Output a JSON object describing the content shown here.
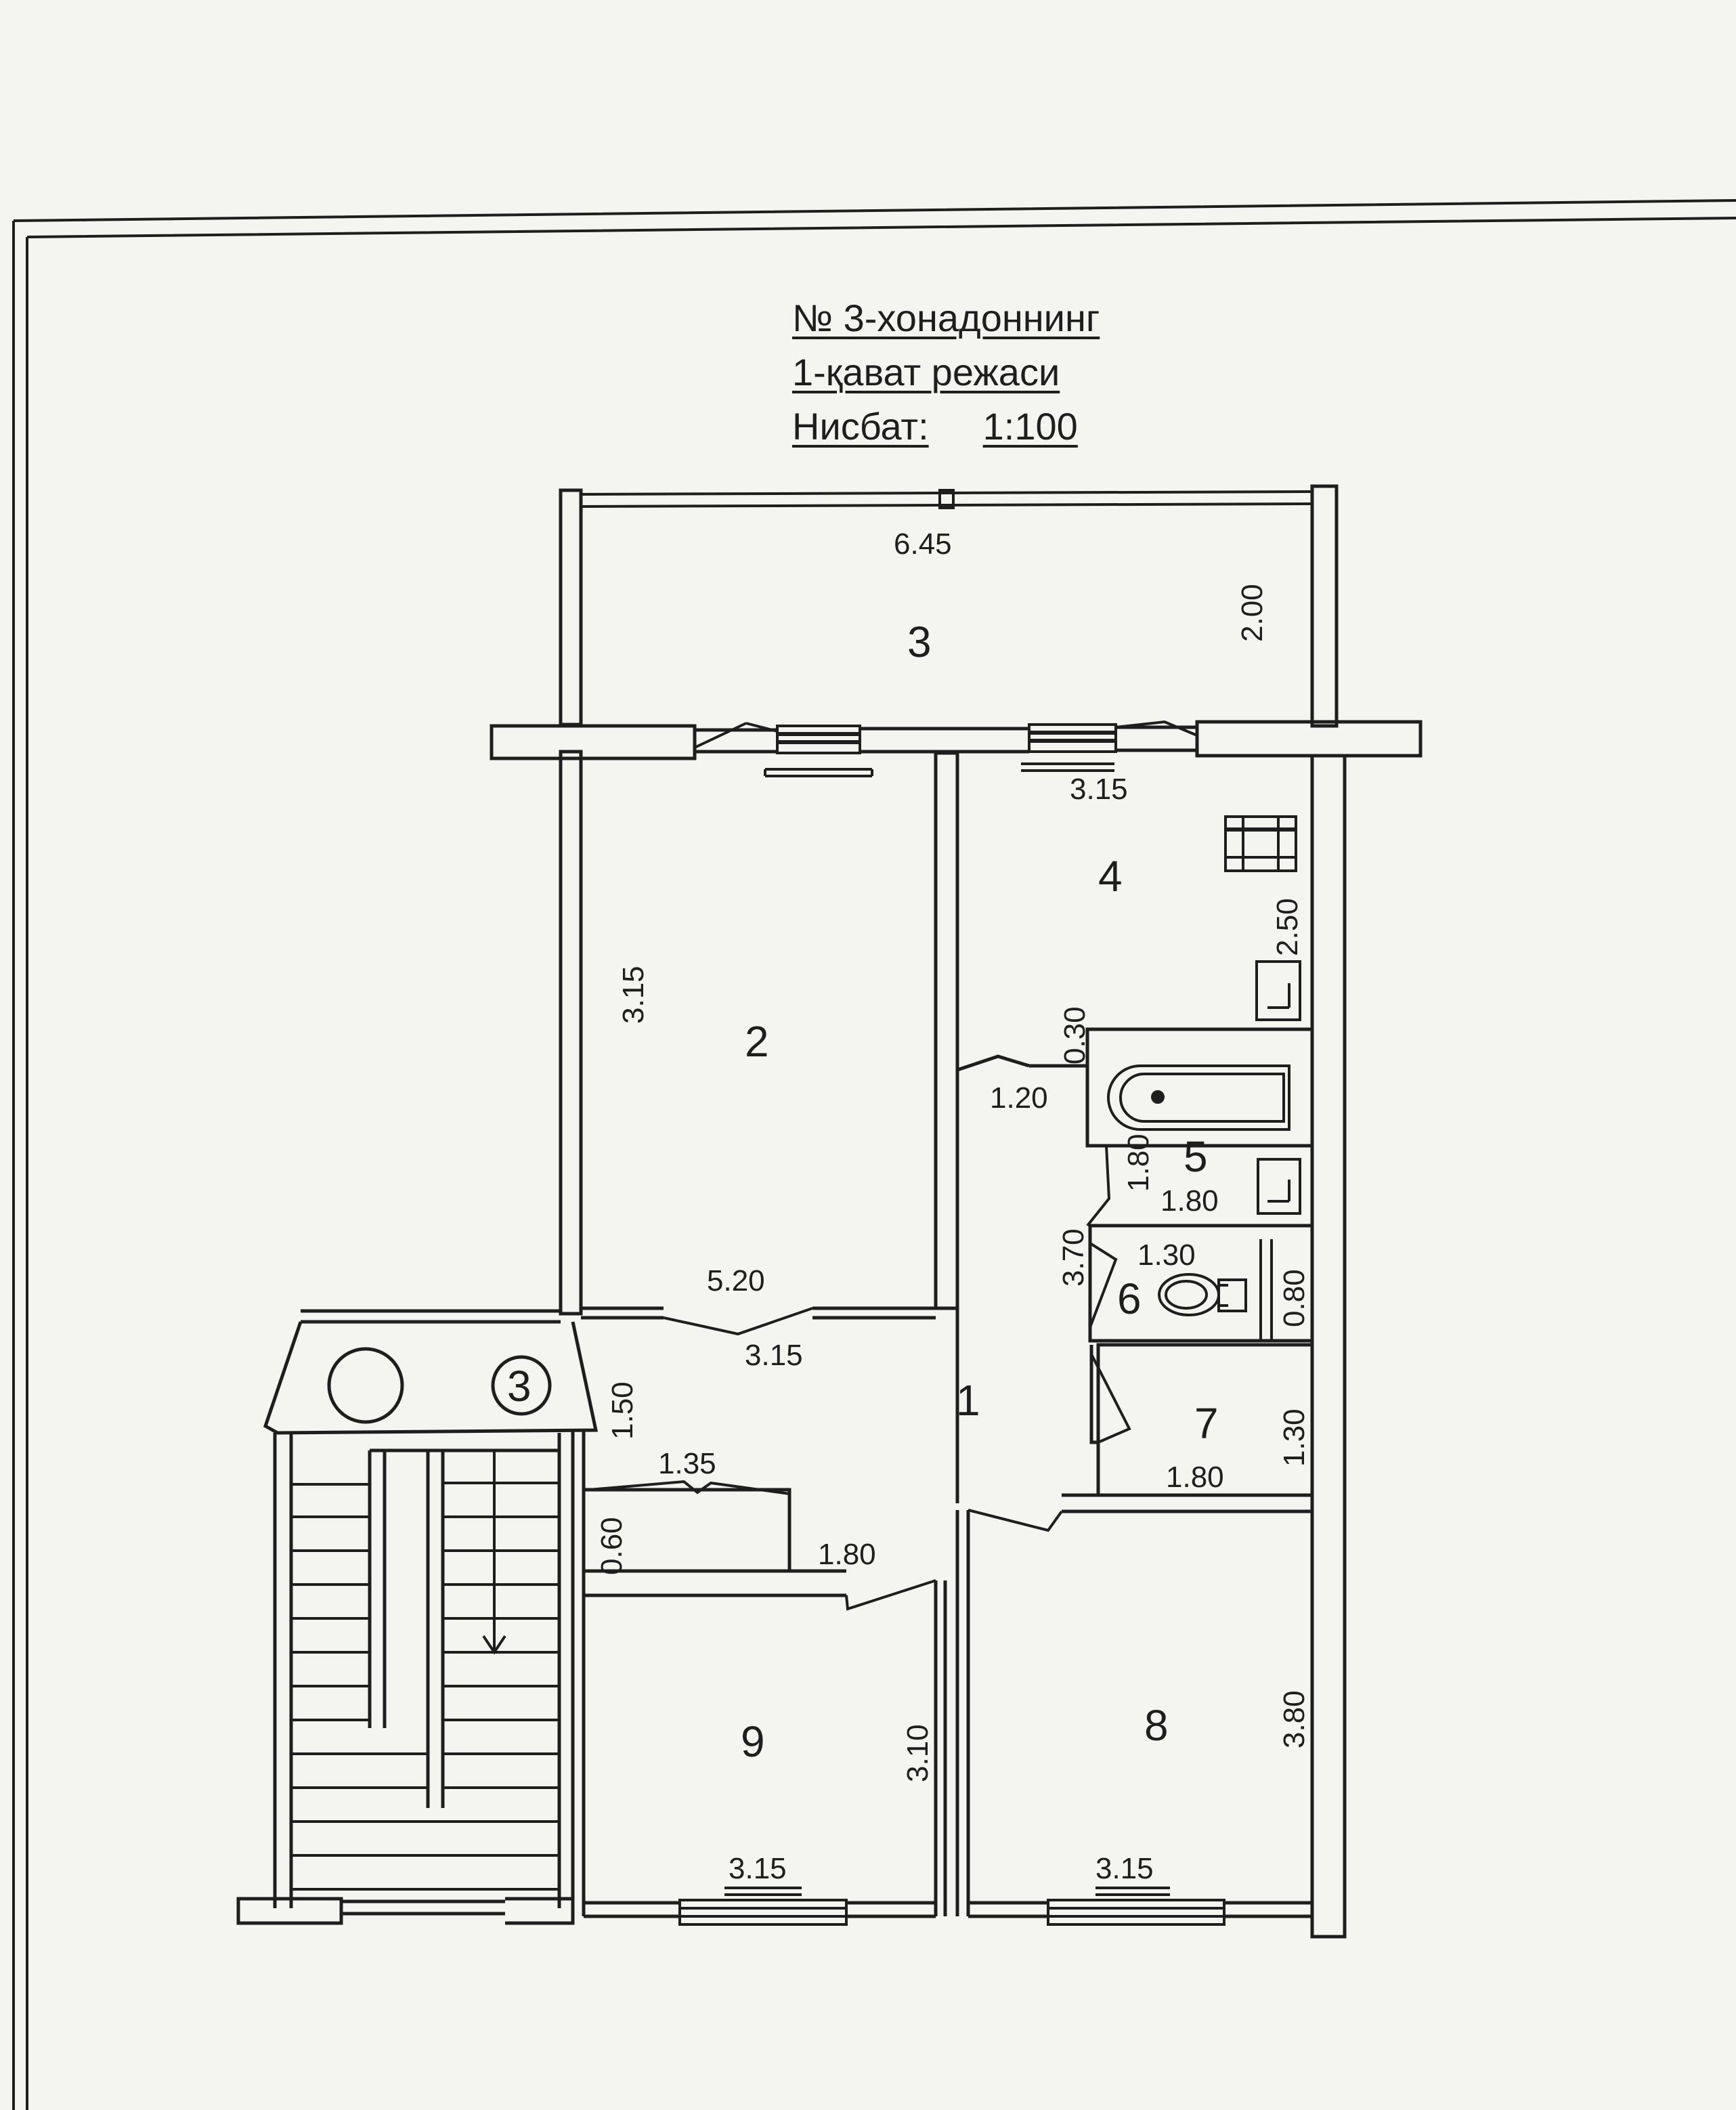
{
  "title": {
    "line1": "№ 3-хонадоннинг",
    "line2": "1-қават режаси",
    "scale_label": "Нисбат:",
    "scale_value": "1:100"
  },
  "rooms": [
    {
      "num": "1"
    },
    {
      "num": "2"
    },
    {
      "num": "3"
    },
    {
      "num": "4"
    },
    {
      "num": "5"
    },
    {
      "num": "6"
    },
    {
      "num": "7"
    },
    {
      "num": "8"
    },
    {
      "num": "9"
    }
  ],
  "stair_marker": "3",
  "dimensions": {
    "balcony_width": "6.45",
    "balcony_depth": "2.00",
    "kitchen_width": "3.15",
    "kitchen_depth": "2.50",
    "room2_height": "3.15",
    "room2_width": "5.20",
    "hall_door_span": "3.15",
    "hall_short": "1.20",
    "hall_notch": "0.30",
    "bath_height": "1.80",
    "bath_width": "1.80",
    "hall_length": "3.70",
    "wc_width": "1.30",
    "wc_depth": "0.80",
    "entry_depth": "1.50",
    "closet_width": "1.35",
    "closet_depth": "0.60",
    "hall_lower": "1.80",
    "store_depth": "1.30",
    "store_width": "1.80",
    "room9_height": "3.10",
    "room9_width": "3.15",
    "room8_height": "3.80",
    "room8_width": "3.15"
  },
  "colors": {
    "paper": "#f4f4f1",
    "ink": "#1e1e1e"
  }
}
